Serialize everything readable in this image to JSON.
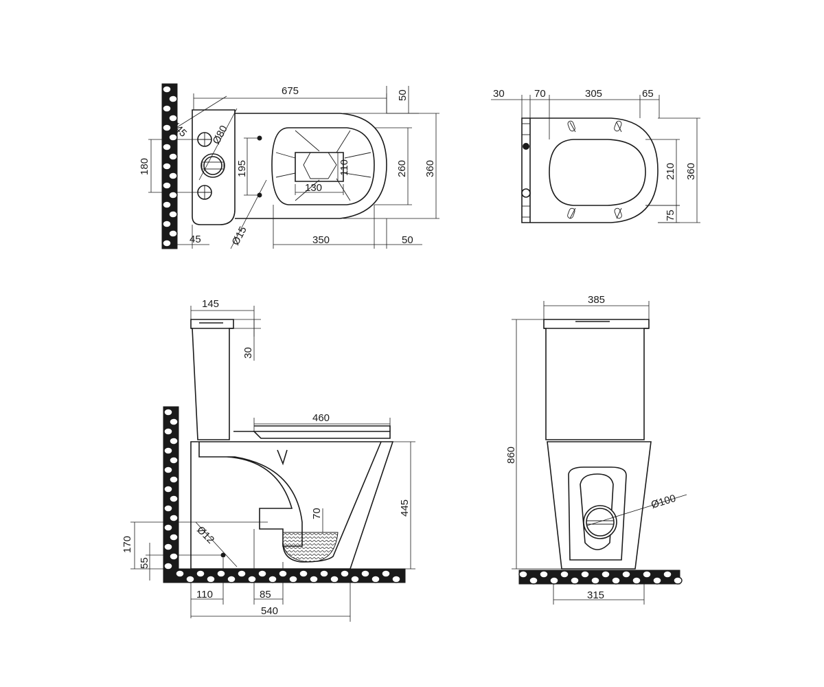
{
  "top_view": {
    "dims": {
      "length": "675",
      "rim_offset_top": "50",
      "inlet_spacing": "180",
      "pipe_dia": "Ø80",
      "cap_dia": "Ø45",
      "wall_offset": "45",
      "fix_hole_dia": "Ø15",
      "fix_hole_spacing": "195",
      "bowl_length": "350",
      "front_offset": "50",
      "outlet_width": "130",
      "outlet_depth": "110",
      "inner_width": "260",
      "total_width": "360"
    }
  },
  "seat_view": {
    "dims": {
      "a": "30",
      "b": "70",
      "c": "305",
      "d": "65",
      "inner_width": "210",
      "total_width": "360",
      "hinge_offset": "75"
    }
  },
  "side_view": {
    "dims": {
      "tank_depth": "145",
      "lid_height": "30",
      "seat_length": "460",
      "bowl_height": "445",
      "water_depth": "70",
      "inlet_dia": "Ø12",
      "inlet_height": "170",
      "bottom_height": "55",
      "inlet_from_wall": "110",
      "outlet_width": "85",
      "total_depth": "540"
    }
  },
  "front_view": {
    "dims": {
      "width": "385",
      "height": "860",
      "outlet_dia": "Ø100",
      "base_width": "315"
    }
  }
}
